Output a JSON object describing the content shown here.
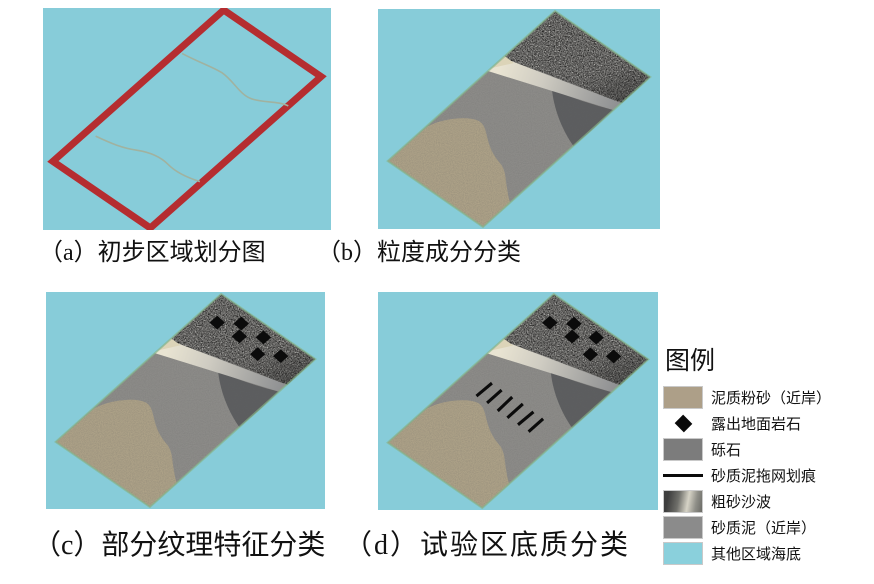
{
  "figure": {
    "type": "four-panel seabed sediment classification figure",
    "panels": [
      {
        "id": "a",
        "caption": "（a）初步区域划分图"
      },
      {
        "id": "b",
        "caption": "（b）粒度成分分类"
      },
      {
        "id": "c",
        "caption": "（c）部分纹理特征分类"
      },
      {
        "id": "d",
        "caption": "（d）试验区底质分类"
      }
    ],
    "legend": {
      "title": "图例",
      "items": [
        {
          "key": "muddy-silt-nearshore",
          "swatch": "tan",
          "label": "泥质粉砂（近岸）"
        },
        {
          "key": "exposed-rock",
          "swatch": "black-diamond",
          "label": "露出地面岩石"
        },
        {
          "key": "gravel",
          "swatch": "dark-gray",
          "label": "砾石"
        },
        {
          "key": "sandy-mud-trawl-scratch",
          "swatch": "black-line",
          "label": "砂质泥拖网划痕"
        },
        {
          "key": "coarse-sand-waves",
          "swatch": "gray-gradient",
          "label": "粗砂沙波"
        },
        {
          "key": "sandy-mud-nearshore",
          "swatch": "mid-gray",
          "label": "砂质泥（近岸）"
        },
        {
          "key": "other-area-seabed",
          "swatch": "sea-blue",
          "label": "其他区域海底"
        }
      ]
    },
    "colors": {
      "sea": "#87ccd9",
      "red_outline": "#b52d30",
      "tan": "#b0a489",
      "tan_legend": "#ad9f88",
      "sandy_mud": "#8e8d8a",
      "sandy_mud_legend": "#8b8b8b",
      "gravel": "#5d5e60",
      "gravel_legend": "#7c7c7c",
      "speckle_base": "#6f6e6c",
      "band_cream": "#dcd4b8",
      "edge_green": "#86b489",
      "sea_legend": "#8ad0dc",
      "ink": "#111111"
    }
  }
}
